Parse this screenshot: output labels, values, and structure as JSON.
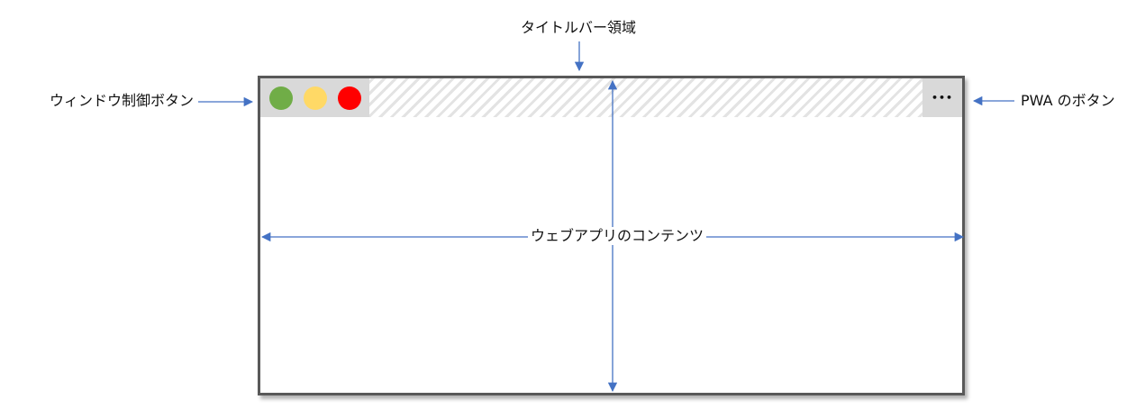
{
  "labels": {
    "titlebar_area": "タイトルバー領域",
    "window_control_buttons": "ウィンドウ制御ボタン",
    "pwa_button": "PWA のボタン",
    "web_app_content": "ウェブアプリのコンテンツ"
  },
  "window_controls": [
    {
      "name": "green",
      "color": "#70ad47"
    },
    {
      "name": "yellow",
      "color": "#ffd966"
    },
    {
      "name": "red",
      "color": "#ff0000"
    }
  ],
  "pwa_button_glyph": "•••",
  "colors": {
    "arrow": "#4472c4",
    "window_border": "#595959",
    "control_background": "#d9d9d9"
  }
}
